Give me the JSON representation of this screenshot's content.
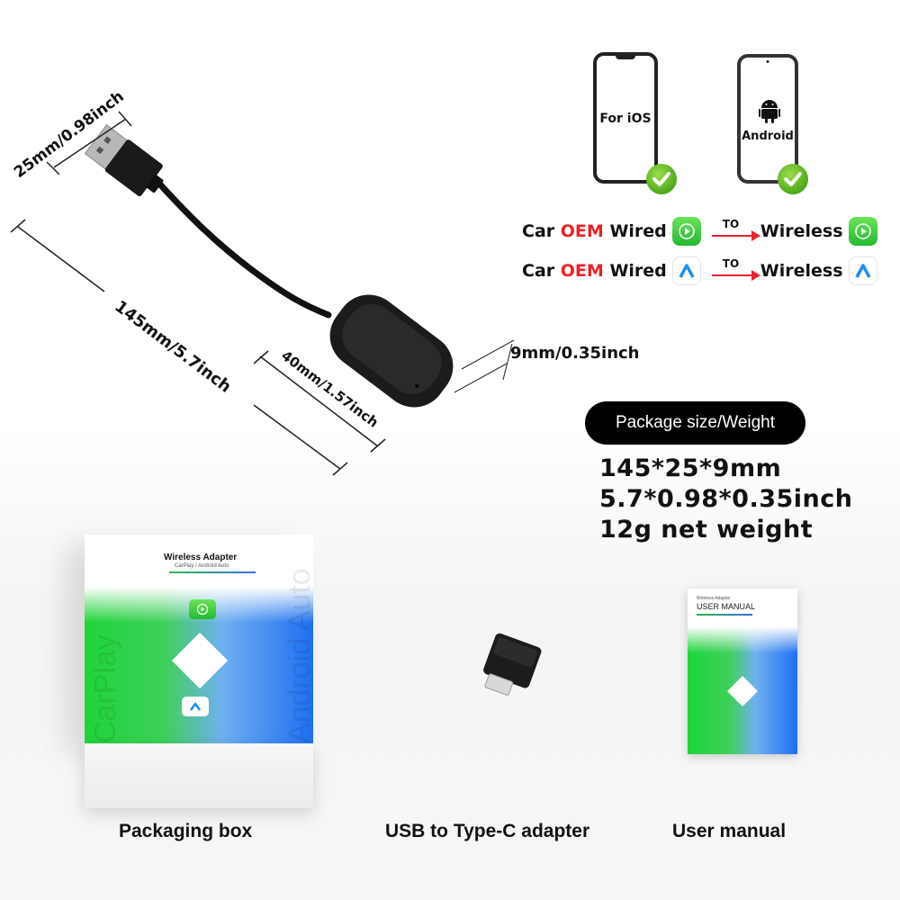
{
  "dimensions": {
    "usb_width": "25mm/0.98inch",
    "total_length": "145mm/5.7inch",
    "dongle_length": "40mm/1.57inch",
    "thickness": "9mm/0.35inch"
  },
  "compatibility": {
    "phones": [
      {
        "label": "For iOS",
        "icon": "apple-phone-icon",
        "supported": true
      },
      {
        "label": "Android",
        "icon": "android-robot-icon",
        "supported": true
      }
    ],
    "conversions": [
      {
        "prefix": "Car",
        "brand": "OEM",
        "from": "Wired",
        "from_icon": "carplay-icon",
        "connector": "TO",
        "to": "Wireless",
        "to_icon": "carplay-icon"
      },
      {
        "prefix": "Car",
        "brand": "OEM",
        "from": "Wired",
        "from_icon": "android-auto-icon",
        "connector": "TO",
        "to": "Wireless",
        "to_icon": "android-auto-icon"
      }
    ]
  },
  "package": {
    "badge_label": "Package size/Weight",
    "size_mm": "145*25*9mm",
    "size_inch": "5.7*0.98*0.35inch",
    "weight": "12g net weight"
  },
  "box": {
    "title": "Wireless Adapter",
    "subtitle": "CarPlay / Android Auto",
    "side_left": "CarPlay",
    "side_right": "Android Auto"
  },
  "manual": {
    "small_title": "Wireless Adapter",
    "title": "USER MANUAL"
  },
  "items": [
    {
      "caption": "Packaging box"
    },
    {
      "caption": "USB to Type-C adapter"
    },
    {
      "caption": "User manual"
    }
  ],
  "colors": {
    "accent_red": "#e8232a",
    "check_green": "#4fa81c",
    "carplay_green": "#23b92f",
    "android_auto_blue": "#1f8ff0",
    "box_green": "#1ed43a",
    "box_blue": "#1f6ff2"
  }
}
